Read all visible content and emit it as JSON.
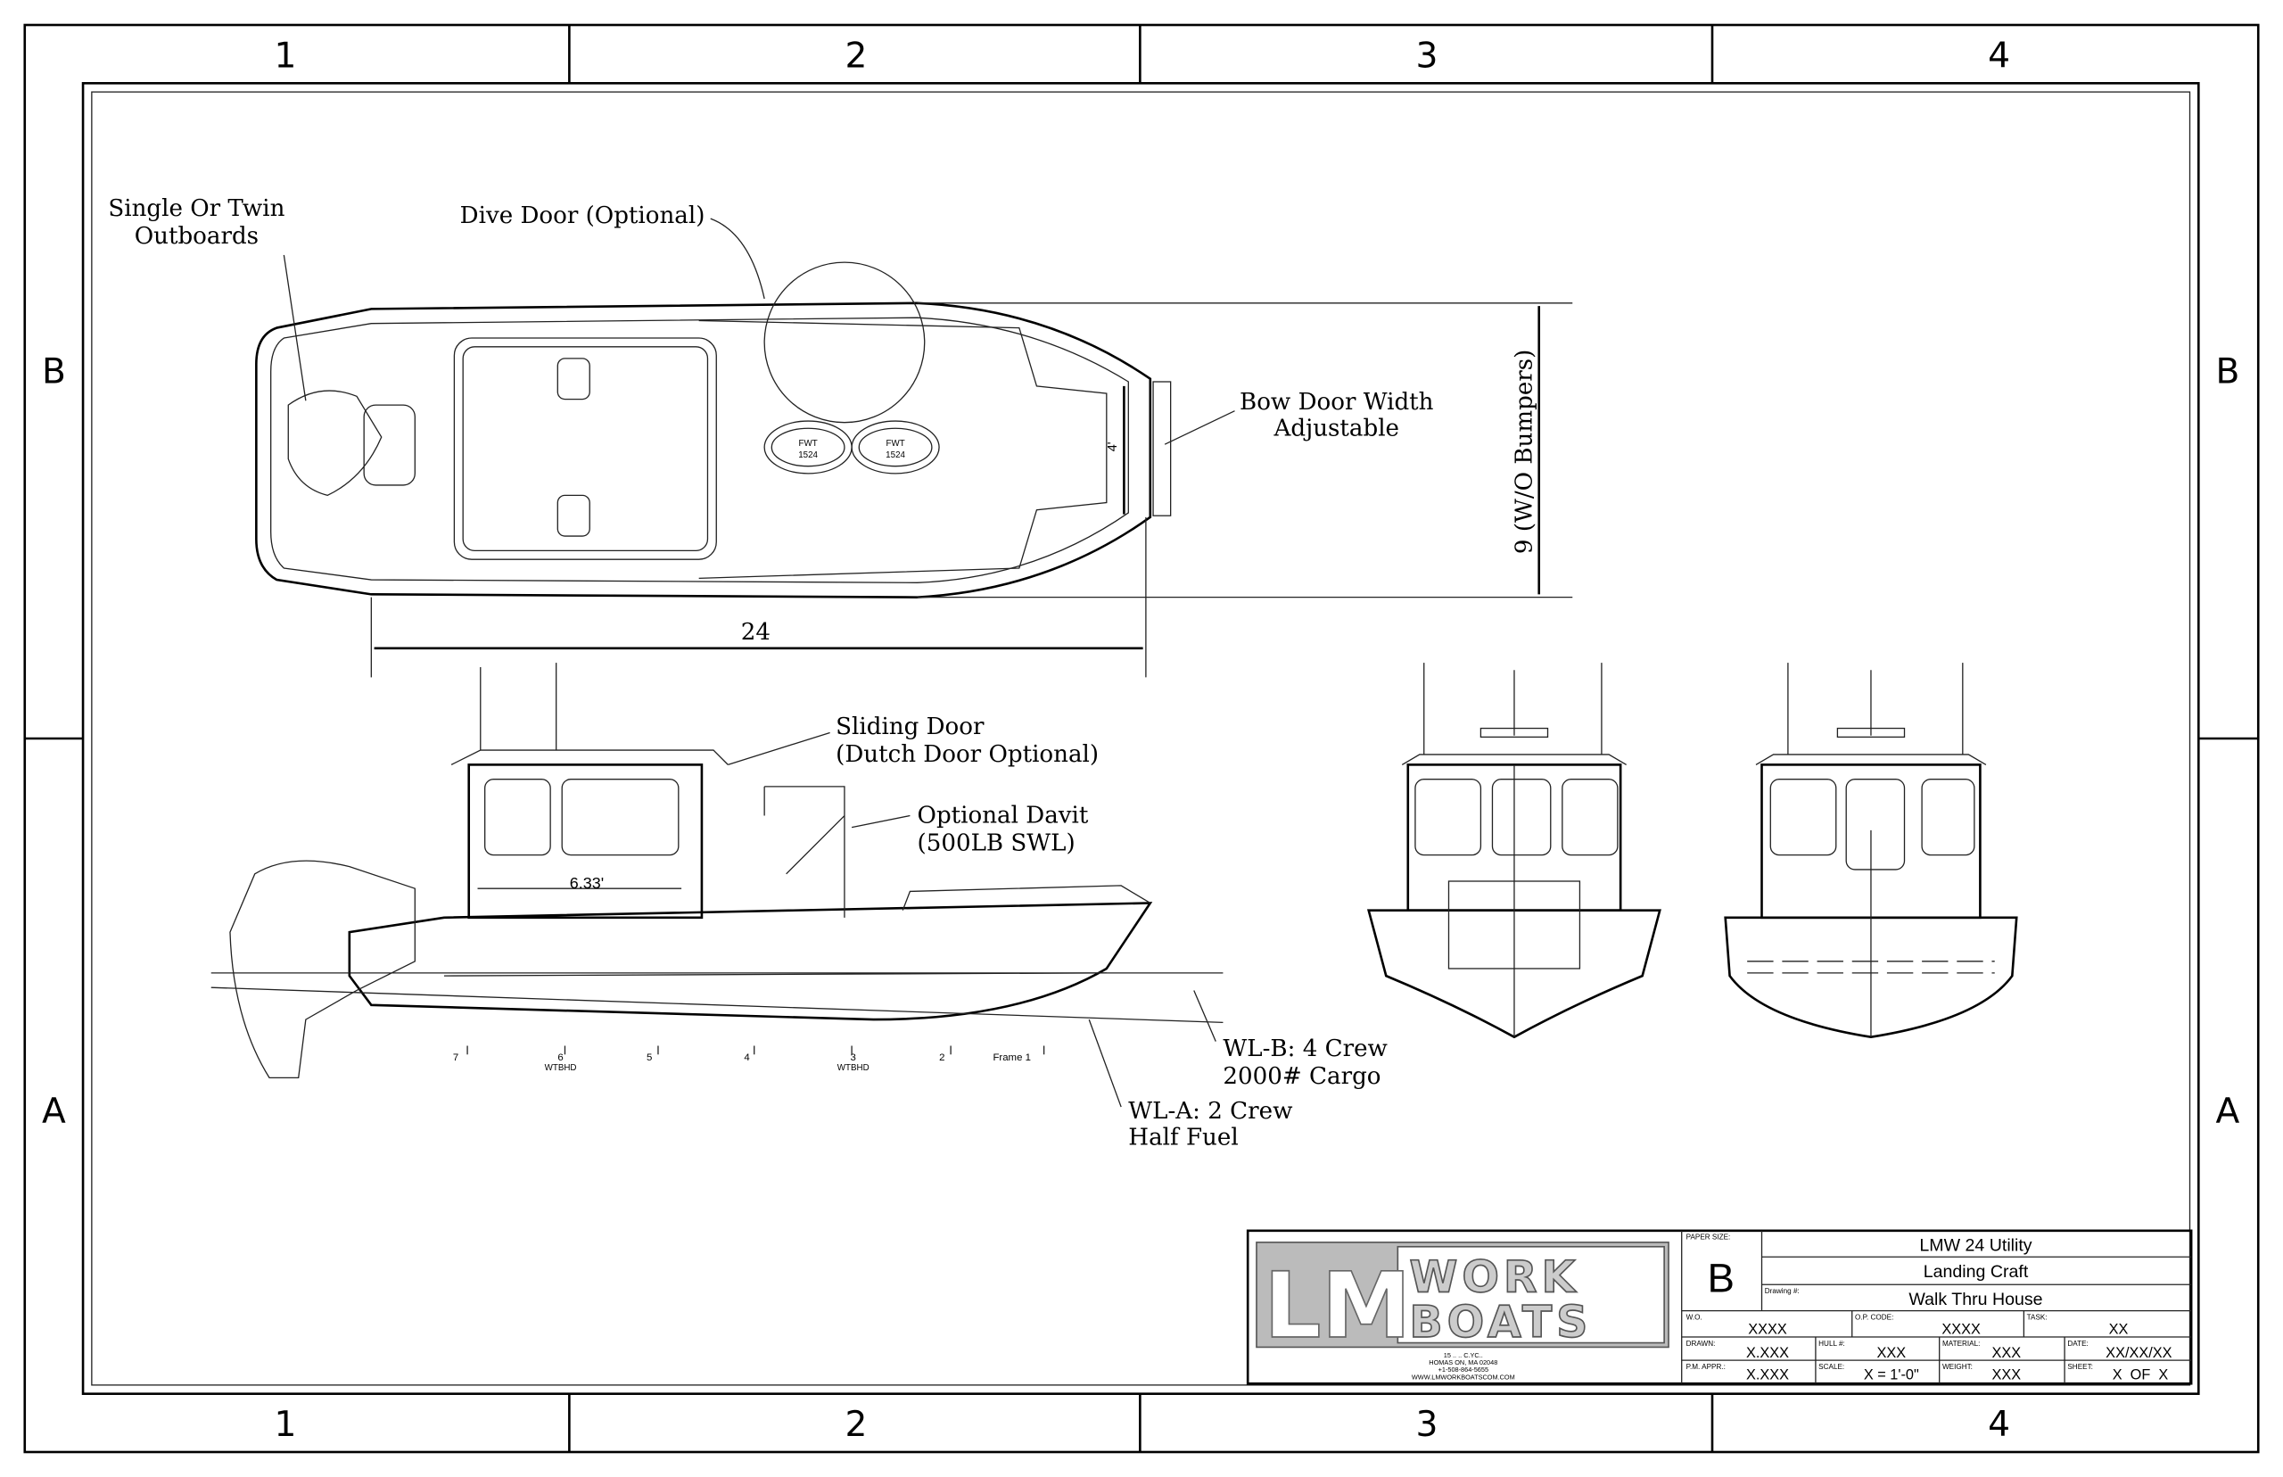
{
  "zones": {
    "columns": [
      "1",
      "2",
      "3",
      "4"
    ],
    "rows": [
      "B",
      "A"
    ]
  },
  "callouts": {
    "outboards": [
      "Single Or Twin",
      "Outboards"
    ],
    "dive_door": "Dive Door (Optional)",
    "bow_door": [
      "Bow Door Width",
      "Adjustable"
    ],
    "beam": "9 (W/O Bumpers)",
    "length": "24",
    "bow_door_dim": "4'",
    "fwt_label": "FWT",
    "fwt_number": "1524",
    "sliding_door": [
      "Sliding Door",
      "(Dutch Door Optional)"
    ],
    "davit": [
      "Optional Davit",
      "(500LB SWL)"
    ],
    "cabin_length": "6.33'",
    "wl_b": [
      "WL-B: 4 Crew",
      "2000# Cargo"
    ],
    "wl_a": [
      "WL-A: 2 Crew",
      "Half Fuel"
    ]
  },
  "frames": [
    {
      "num": "7",
      "note": ""
    },
    {
      "num": "6",
      "note": "WTBHD"
    },
    {
      "num": "5",
      "note": ""
    },
    {
      "num": "4",
      "note": ""
    },
    {
      "num": "3",
      "note": "WTBHD"
    },
    {
      "num": "2",
      "note": ""
    },
    {
      "num": "Frame 1",
      "note": ""
    }
  ],
  "title_block": {
    "logo": [
      "LM",
      "WORK",
      "BOATS"
    ],
    "address": [
      "15 .. .. C.YC..",
      "HOMAS ON, MA 02048",
      "+1-508-864-5655",
      "WWW.LMWORKBOATSCOM.COM"
    ],
    "paper_size_label": "PAPER SIZE:",
    "paper_size": "B",
    "title1": "LMW 24 Utility",
    "title2": "Landing Craft",
    "drawing_label": "Drawing #:",
    "drawing": "Walk Thru House",
    "wo_label": "W.O.",
    "wo": "XXXX",
    "op_code_label": "O.P. CODE:",
    "op_code": "XXXX",
    "task_label": "TASK:",
    "task": "XX",
    "drawn_label": "DRAWN:",
    "drawn": "X.XXX",
    "hull_label": "HULL #:",
    "hull": "XXX",
    "material_label": "MATERIAL:",
    "material": "XXX",
    "date_label": "DATE:",
    "date": "XX/XX/XX",
    "pm_label": "P.M. APPR.:",
    "pm": "X.XXX",
    "scale_label": "SCALE:",
    "scale": "X = 1'-0\"",
    "weight_label": "WEIGHT:",
    "weight": "XXX",
    "sheet_label": "SHEET:",
    "sheet": "X  OF  X"
  }
}
